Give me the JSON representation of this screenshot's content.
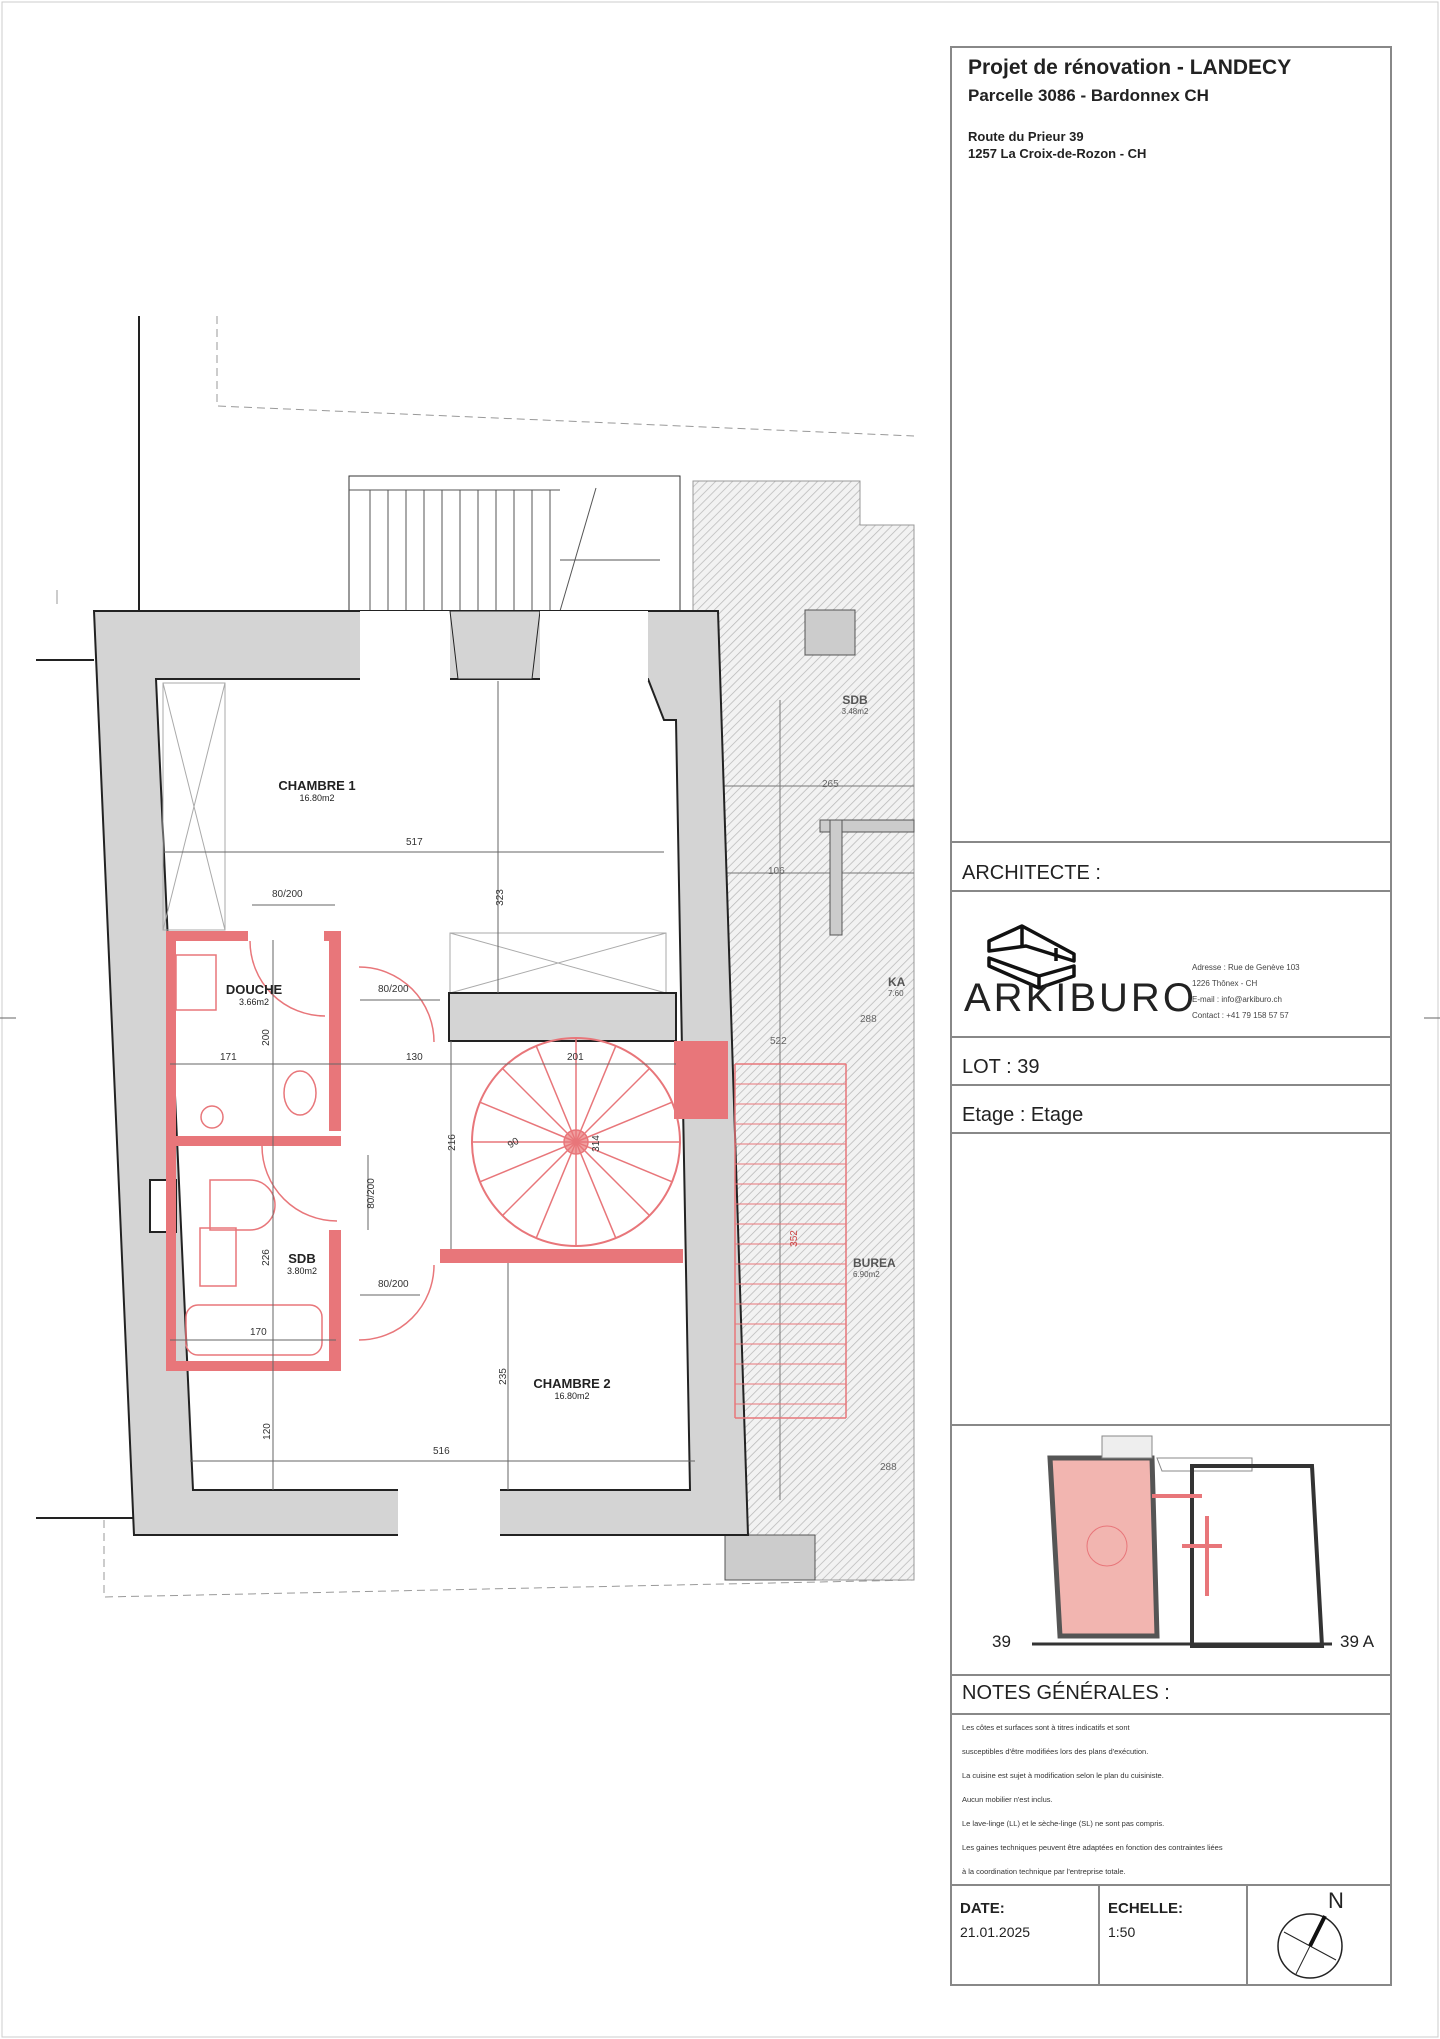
{
  "title_block": {
    "project_title": "Projet de rénovation - LANDECY",
    "parcel": "Parcelle 3086 - Bardonnex CH",
    "address_line1": "Route du Prieur 39",
    "address_line2": "1257 La Croix-de-Rozon - CH",
    "architect_label": "ARCHITECTE :",
    "architect_logo_text": "ARKIBURO",
    "architect_address": [
      "Adresse : Rue de Genève 103",
      "1226 Thônex - CH",
      "E-mail : info@arkiburo.ch",
      "Contact : +41 79 158 57 57"
    ],
    "lot": "LOT : 39",
    "floor": "Etage : Etage",
    "keyplan_labels": [
      "39",
      "39 A"
    ],
    "notes_title": "NOTES GÉNÉRALES :",
    "notes": [
      "Les côtes et surfaces sont à titres indicatifs et sont",
      "susceptibles d'être modifiées lors des plans d'exécution.",
      "La cuisine est sujet à modification selon le plan du cuisiniste.",
      "Aucun mobilier n'est inclus.",
      "Le lave-linge (LL) et le sèche-linge (SL) ne sont pas compris.",
      "Les gaines techniques peuvent être adaptées en fonction des contraintes liées",
      "à la coordination technique par l'entreprise totale."
    ],
    "date_label": "DATE:",
    "date": "21.01.2025",
    "scale_label": "ECHELLE:",
    "scale": "1:50",
    "north_label": "N"
  },
  "rooms": [
    {
      "name": "CHAMBRE 1",
      "area": "16.80m2"
    },
    {
      "name": "DOUCHE",
      "area": "3.66m2"
    },
    {
      "name": "SDB",
      "area": "3.80m2"
    },
    {
      "name": "CHAMBRE 2",
      "area": "16.80m2"
    },
    {
      "name": "SDB",
      "area": "3.48m2"
    },
    {
      "name": "KA",
      "area": "7.60"
    },
    {
      "name": "BUREA",
      "area": "6.90m2"
    }
  ],
  "dimensions": [
    "517",
    "323",
    "80/200",
    "80/200",
    "200",
    "171",
    "130",
    "201",
    "216",
    "90",
    "314",
    "80/200",
    "226",
    "80/200",
    "170",
    "235",
    "120",
    "516",
    "265",
    "106",
    "522",
    "288",
    "288",
    "352"
  ],
  "colors": {
    "wall": "#d4d4d4",
    "new_wall": "#e8767a",
    "outline": "#222222",
    "hatch": "#b8b8b8"
  }
}
